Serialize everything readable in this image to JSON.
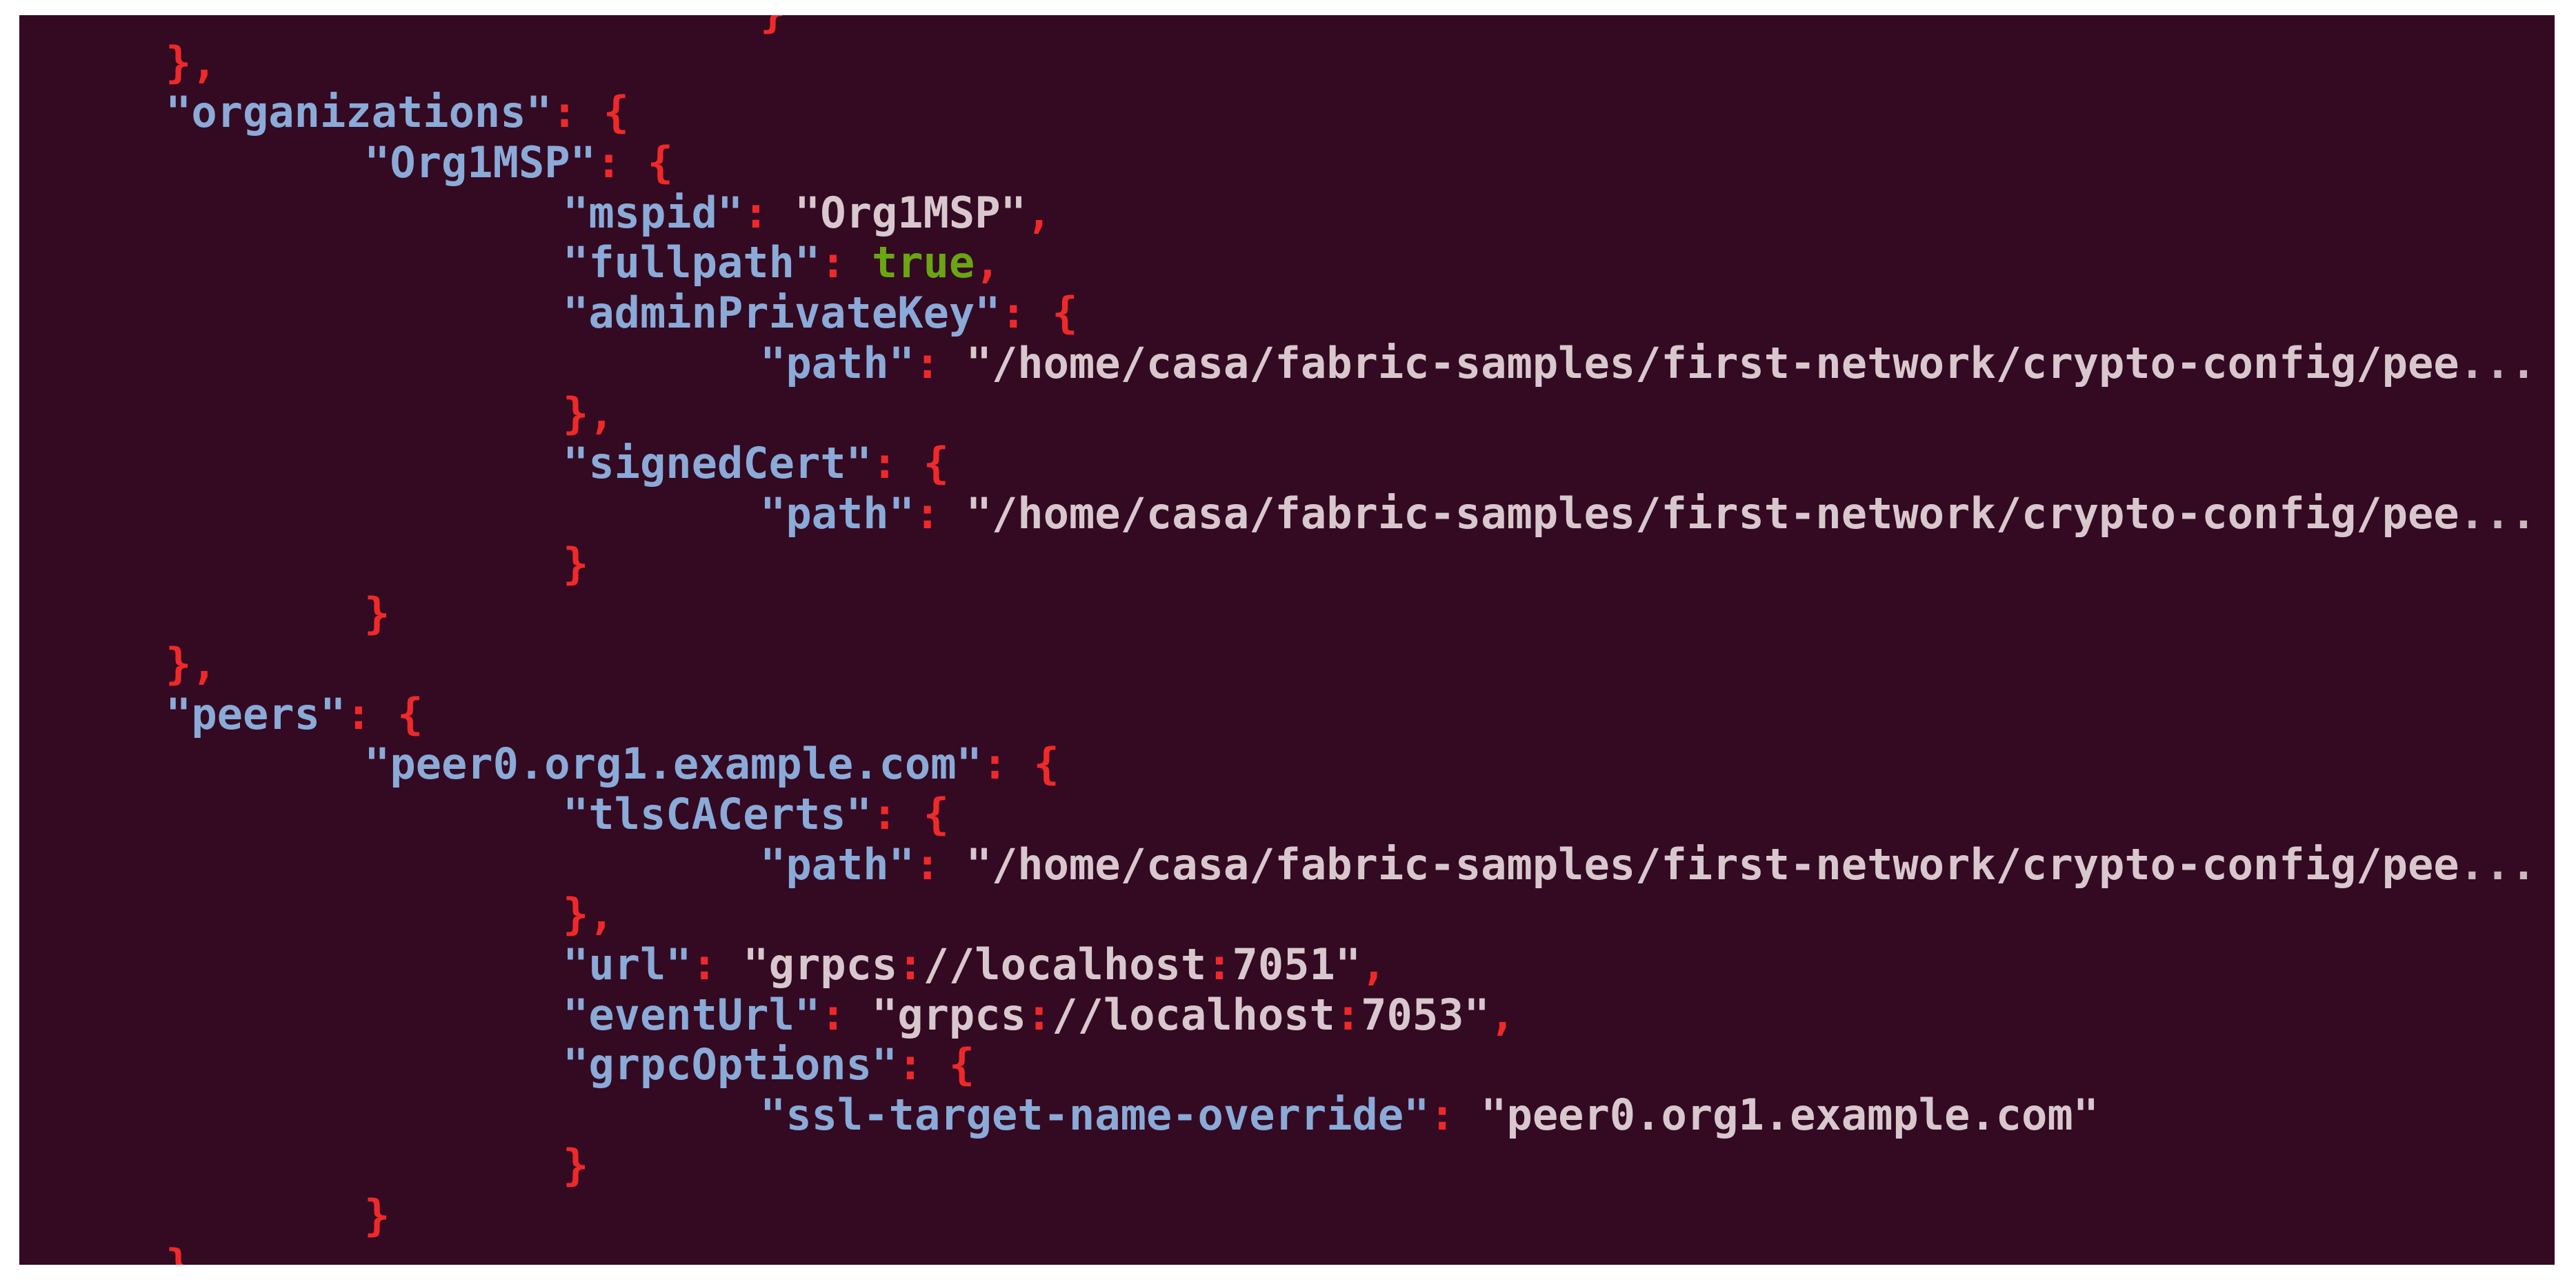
{
  "window": {
    "background": "#330a22"
  },
  "colors": {
    "key": "#8aaad8",
    "string": "#d8c8ce",
    "punct": "#ef2929",
    "bool": "#6aa513"
  },
  "lines": [
    {
      "indent": 4,
      "parts": [
        {
          "t": "}",
          "c": "p"
        }
      ]
    },
    {
      "indent": 1,
      "parts": [
        {
          "t": "},",
          "c": "p"
        }
      ]
    },
    {
      "indent": 1,
      "parts": [
        {
          "t": "\"organizations\"",
          "c": "k"
        },
        {
          "t": ": {",
          "c": "p"
        }
      ]
    },
    {
      "indent": 2,
      "parts": [
        {
          "t": "\"Org1MSP\"",
          "c": "k"
        },
        {
          "t": ": {",
          "c": "p"
        }
      ]
    },
    {
      "indent": 3,
      "parts": [
        {
          "t": "\"mspid\"",
          "c": "k"
        },
        {
          "t": ": ",
          "c": "p"
        },
        {
          "t": "\"Org1MSP\"",
          "c": "s"
        },
        {
          "t": ",",
          "c": "p"
        }
      ]
    },
    {
      "indent": 3,
      "parts": [
        {
          "t": "\"fullpath\"",
          "c": "k"
        },
        {
          "t": ": ",
          "c": "p"
        },
        {
          "t": "true",
          "c": "b"
        },
        {
          "t": ",",
          "c": "p"
        }
      ]
    },
    {
      "indent": 3,
      "parts": [
        {
          "t": "\"adminPrivateKey\"",
          "c": "k"
        },
        {
          "t": ": {",
          "c": "p"
        }
      ]
    },
    {
      "indent": 4,
      "parts": [
        {
          "t": "\"path\"",
          "c": "k"
        },
        {
          "t": ": ",
          "c": "p"
        },
        {
          "t": "\"/home/casa/fabric-samples/first-network/crypto-config/pee",
          "c": "s"
        },
        {
          "t": "...",
          "c": "e"
        }
      ]
    },
    {
      "indent": 3,
      "parts": [
        {
          "t": "},",
          "c": "p"
        }
      ]
    },
    {
      "indent": 3,
      "parts": [
        {
          "t": "\"signedCert\"",
          "c": "k"
        },
        {
          "t": ": {",
          "c": "p"
        }
      ]
    },
    {
      "indent": 4,
      "parts": [
        {
          "t": "\"path\"",
          "c": "k"
        },
        {
          "t": ": ",
          "c": "p"
        },
        {
          "t": "\"/home/casa/fabric-samples/first-network/crypto-config/pee",
          "c": "s"
        },
        {
          "t": "...",
          "c": "e"
        }
      ]
    },
    {
      "indent": 3,
      "parts": [
        {
          "t": "}",
          "c": "p"
        }
      ]
    },
    {
      "indent": 2,
      "parts": [
        {
          "t": "}",
          "c": "p"
        }
      ]
    },
    {
      "indent": 1,
      "parts": [
        {
          "t": "},",
          "c": "p"
        }
      ]
    },
    {
      "indent": 1,
      "parts": [
        {
          "t": "\"peers\"",
          "c": "k"
        },
        {
          "t": ": {",
          "c": "p"
        }
      ]
    },
    {
      "indent": 2,
      "parts": [
        {
          "t": "\"peer0.org1.example.com\"",
          "c": "k"
        },
        {
          "t": ": {",
          "c": "p"
        }
      ]
    },
    {
      "indent": 3,
      "parts": [
        {
          "t": "\"tlsCACerts\"",
          "c": "k"
        },
        {
          "t": ": {",
          "c": "p"
        }
      ]
    },
    {
      "indent": 4,
      "parts": [
        {
          "t": "\"path\"",
          "c": "k"
        },
        {
          "t": ": ",
          "c": "p"
        },
        {
          "t": "\"/home/casa/fabric-samples/first-network/crypto-config/pee",
          "c": "s"
        },
        {
          "t": "...",
          "c": "e"
        }
      ]
    },
    {
      "indent": 3,
      "parts": [
        {
          "t": "},",
          "c": "p"
        }
      ]
    },
    {
      "indent": 3,
      "parts": [
        {
          "t": "\"url\"",
          "c": "k"
        },
        {
          "t": ": ",
          "c": "p"
        },
        {
          "t": "\"grpcs",
          "c": "s"
        },
        {
          "t": ":",
          "c": "p"
        },
        {
          "t": "//localhost",
          "c": "s"
        },
        {
          "t": ":",
          "c": "p"
        },
        {
          "t": "7051\"",
          "c": "s"
        },
        {
          "t": ",",
          "c": "p"
        }
      ]
    },
    {
      "indent": 3,
      "parts": [
        {
          "t": "\"eventUrl\"",
          "c": "k"
        },
        {
          "t": ": ",
          "c": "p"
        },
        {
          "t": "\"grpcs",
          "c": "s"
        },
        {
          "t": ":",
          "c": "p"
        },
        {
          "t": "//localhost",
          "c": "s"
        },
        {
          "t": ":",
          "c": "p"
        },
        {
          "t": "7053\"",
          "c": "s"
        },
        {
          "t": ",",
          "c": "p"
        }
      ]
    },
    {
      "indent": 3,
      "parts": [
        {
          "t": "\"grpcOptions\"",
          "c": "k"
        },
        {
          "t": ": {",
          "c": "p"
        }
      ]
    },
    {
      "indent": 4,
      "parts": [
        {
          "t": "\"ssl-target-name-override\"",
          "c": "k"
        },
        {
          "t": ": ",
          "c": "p"
        },
        {
          "t": "\"peer0.org1.example.com\"",
          "c": "s"
        }
      ]
    },
    {
      "indent": 3,
      "parts": [
        {
          "t": "}",
          "c": "p"
        }
      ]
    },
    {
      "indent": 2,
      "parts": [
        {
          "t": "}",
          "c": "p"
        }
      ]
    },
    {
      "indent": 1,
      "parts": [
        {
          "t": "}",
          "c": "p"
        }
      ]
    }
  ]
}
